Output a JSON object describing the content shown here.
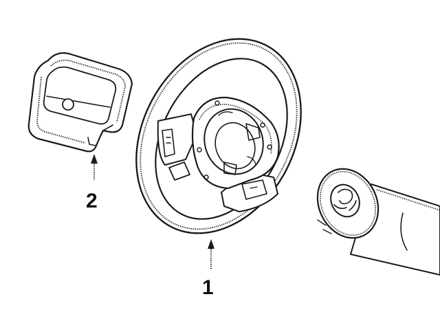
{
  "callouts": [
    {
      "number": "1",
      "part": "steering-wheel"
    },
    {
      "number": "2",
      "part": "horn-pad-cover"
    }
  ],
  "colors": {
    "ink": "#1a1a1a",
    "background": "#ffffff"
  }
}
